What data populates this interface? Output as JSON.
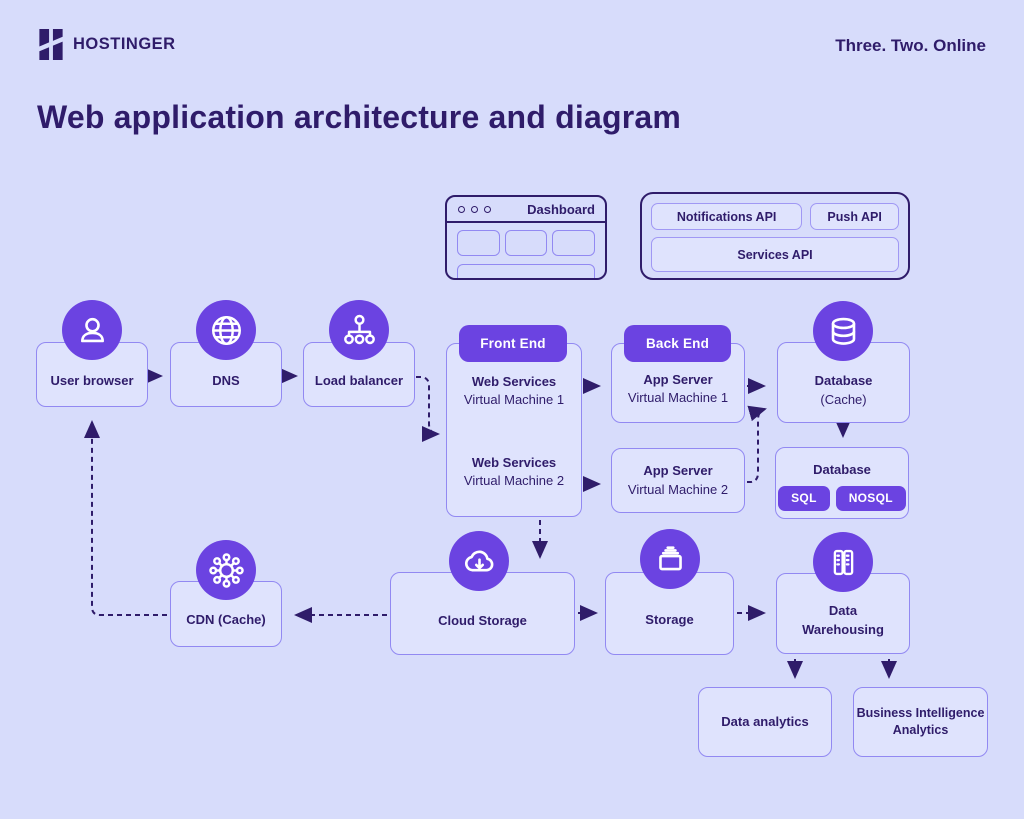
{
  "header": {
    "brand": "HOSTINGER",
    "logo_icon": "hostinger-h-logo",
    "tagline": "Three. Two. Online"
  },
  "title": "Web application architecture and diagram",
  "colors": {
    "background": "#d7dcfb",
    "node_fill": "#dfe3fd",
    "node_border": "#9289f2",
    "dark_purple": "#2f1c6a",
    "accent_purple": "#6b43e1",
    "pill_text": "#ffffff"
  },
  "browser_window": {
    "title": "Dashboard",
    "icon": "window-dots-icon"
  },
  "api_panel": {
    "notifications": "Notifications API",
    "push": "Push API",
    "services": "Services API"
  },
  "pills": {
    "front_end": "Front End",
    "back_end": "Back End"
  },
  "nodes": {
    "user_browser": {
      "label": "User browser",
      "icon": "user-icon"
    },
    "dns": {
      "label": "DNS",
      "icon": "globe-icon"
    },
    "load_balancer": {
      "label": "Load balancer",
      "icon": "sitemap-icon"
    },
    "web_services_1": {
      "title": "Web Services",
      "subtitle": "Virtual Machine 1"
    },
    "web_services_2": {
      "title": "Web Services",
      "subtitle": "Virtual Machine 2"
    },
    "app_server_1": {
      "title": "App Server",
      "subtitle": "Virtual Machine 1"
    },
    "app_server_2": {
      "title": "App Server",
      "subtitle": "Virtual Machine 2"
    },
    "db_cache": {
      "title": "Database",
      "subtitle": "(Cache)",
      "icon": "database-icon"
    },
    "database": {
      "title": "Database",
      "sql": "SQL",
      "nosql": "NOSQL"
    },
    "cdn": {
      "label": "CDN (Cache)",
      "icon": "cdn-network-icon"
    },
    "cloud_storage": {
      "label": "Cloud Storage",
      "icon": "cloud-download-icon"
    },
    "storage": {
      "label": "Storage",
      "icon": "archive-box-icon"
    },
    "data_warehousing": {
      "line1": "Data",
      "line2": "Warehousing",
      "icon": "warehouse-racks-icon"
    },
    "data_analytics": {
      "label": "Data analytics"
    },
    "bi_analytics": {
      "line1": "Business Intelligence",
      "line2": "Analytics"
    }
  }
}
